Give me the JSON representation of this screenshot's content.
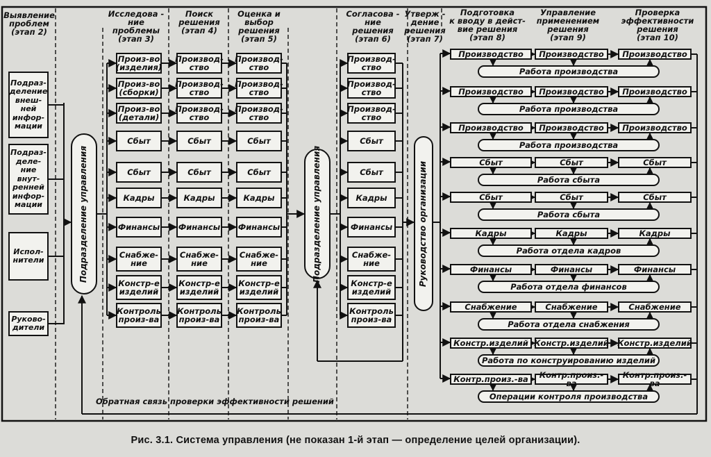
{
  "headers": {
    "stage2": "Выявление\nпроблем\n(этап 2)",
    "stage3": "Исследова -\nние проблемы\n(этап 3)",
    "stage4": "Поиск\nрешения\n(этап 4)",
    "stage5": "Оценка и\nвыбор\nрешения\n(этап 5)",
    "stage6": "Согласова -\nние\nрешения\n(этап 6)",
    "stage7": "Утверж -\nдение\nрешения\n(этап 7)",
    "stage8": "Подготовка\nк вводу в дейст-\nвие решения\n(этап 8)",
    "stage9": "Управление\nприменением\nрешения\n(этап 9)",
    "stage10": "Проверка\nэффективности\nрешения\n(этап 10)"
  },
  "left_units": [
    "Подраз-\nделение\nвнеш-\nней\nинфор-\nмации",
    "Подраз-\nделе-\nние\nвнут-\nренней\nинфор-\nмации",
    "Испол-\nнители",
    "Руково-\nдители"
  ],
  "mgmt_unit_1": "Подразделение\nуправления",
  "mgmt_unit_2": "Подразделение\nуправления",
  "org_leadership": "Руководство организации",
  "stage3_items": [
    "Произ-во\n(изделия)",
    "Произ-во\n(сборки)",
    "Произ-во\n(детали)",
    "Сбыт",
    "Сбыт",
    "Кадры",
    "Финансы",
    "Снабже-\nние",
    "Констр-е\nизделий",
    "Контроль\nпроиз-ва"
  ],
  "stage4_items": [
    "Производ-\nство",
    "Производ-\nство",
    "Производ-\nство",
    "Сбыт",
    "Сбыт",
    "Кадры",
    "Финансы",
    "Снабже-\nние",
    "Констр-е\nизделий",
    "Контроль\nпроиз-ва"
  ],
  "stage5_items": [
    "Производ-\nство",
    "Производ-\nство",
    "Производ-\nство",
    "Сбыт",
    "Сбыт",
    "Кадры",
    "Финансы",
    "Снабже-\nние",
    "Констр-е\nизделий",
    "Контроль\nпроиз-ва"
  ],
  "stage6_items": [
    "Производ-\nство",
    "Производ-\nство",
    "Производ-\nство",
    "Сбыт",
    "Сбыт",
    "Кадры",
    "Финансы",
    "Снабже-\nние",
    "Констр-е\nизделий",
    "Контроль\nпроиз-ва"
  ],
  "right_rows": [
    {
      "label": "Производство",
      "work": "Работа производства"
    },
    {
      "label": "Производство",
      "work": "Работа производства"
    },
    {
      "label": "Производство",
      "work": "Работа производства"
    },
    {
      "label": "Сбыт",
      "work": "Работа сбыта"
    },
    {
      "label": "Сбыт",
      "work": "Работа сбыта"
    },
    {
      "label": "Кадры",
      "work": "Работа отдела кадров"
    },
    {
      "label": "Финансы",
      "work": "Работа отдела финансов"
    },
    {
      "label": "Снабжение",
      "work": "Работа отдела снабжения"
    },
    {
      "label": "Констр.изделий",
      "work": "Работа по конструированию изделий"
    },
    {
      "label": "Контр.произ.-ва",
      "work": "Операции контроля производства"
    }
  ],
  "feedback_label": "Обратная связь проверки эффективности решений",
  "caption": "Рис. 3.1. Система управления (не показан 1-й этап — определение целей организации)."
}
